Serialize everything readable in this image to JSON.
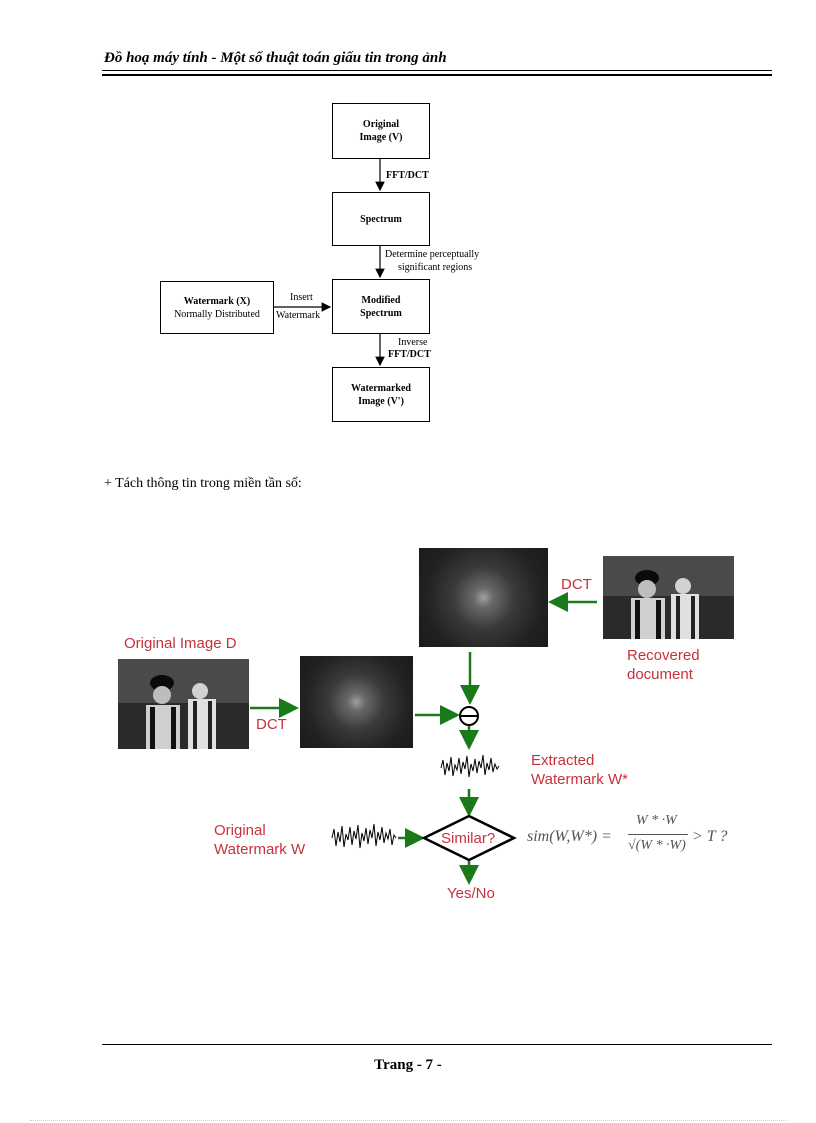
{
  "header": {
    "title": "Đồ hoạ máy tính - Một số thuật toán giấu tin trong ảnh"
  },
  "diagram1": {
    "original_image": [
      "Original",
      "Image (V)"
    ],
    "spectrum": "Spectrum",
    "modified_spectrum": [
      "Modified",
      "Spectrum"
    ],
    "watermarked_image": [
      "Watermarked",
      "Image (V')"
    ],
    "watermark": [
      "Watermark (X)",
      "Normally Distributed"
    ],
    "fft_dct": "FFT/DCT",
    "determine": [
      "Determine perceptually",
      "significant regions"
    ],
    "insert": [
      "Insert",
      "Watermark"
    ],
    "inverse": [
      "Inverse",
      "FFT/DCT"
    ]
  },
  "section_text": "+ Tách thông tin trong miền tần số:",
  "diagram2": {
    "original_image_d": "Original Image D",
    "dct_left": "DCT",
    "dct_top": "DCT",
    "recovered": [
      "Recovered",
      "document"
    ],
    "extracted": [
      "Extracted",
      "Watermark W*"
    ],
    "original_watermark": [
      "Original",
      "Watermark W"
    ],
    "similar": "Similar?",
    "yes_no": "Yes/No",
    "formula_lhs": "sim(W,W*) =",
    "formula_num": "W * ·W",
    "formula_den": "√(W * ·W)",
    "formula_rhs": "> T ?",
    "colors": {
      "label_red": "#c8313b",
      "arrow_green": "#1a7a1a"
    }
  },
  "footer": {
    "page": "Trang  - 7 -"
  }
}
